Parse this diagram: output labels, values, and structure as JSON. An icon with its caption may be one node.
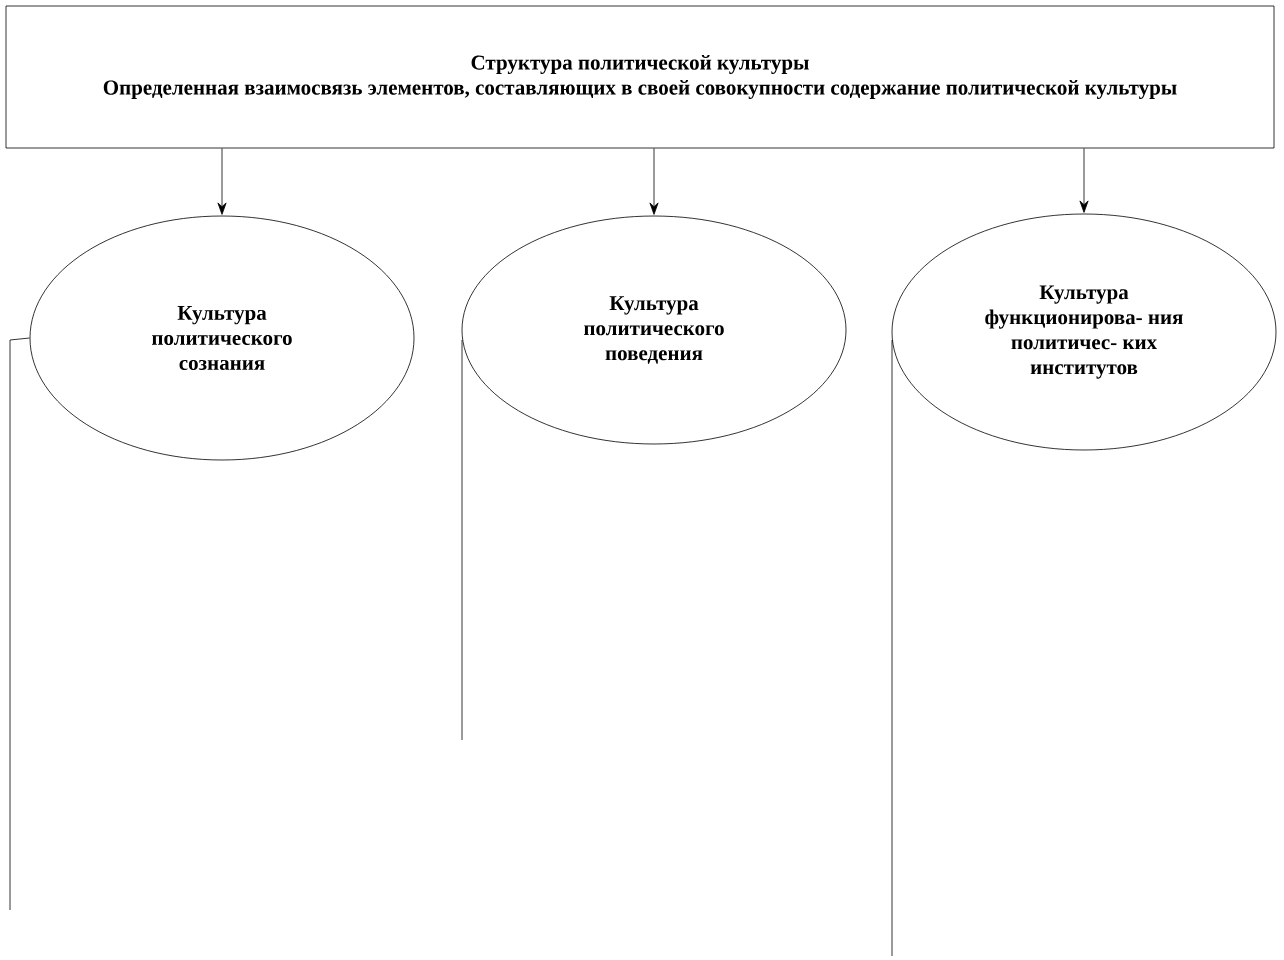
{
  "diagram": {
    "nodes": [
      {
        "text": [
          "Структура политической культуры",
          "Определенная взаимосвязь элементов, составляющих в своей совокупности содержание политической культуры"
        ]
      },
      {
        "text": [
          "Культура политического сознания"
        ]
      },
      {
        "text": [
          "Культура политического поведения"
        ]
      },
      {
        "text": [
          "Культура функционирова- ния политичес- ких институтов"
        ]
      }
    ],
    "edges": [
      {
        "from": 0,
        "to": 1,
        "arrow": "to"
      },
      {
        "from": 0,
        "to": 2,
        "arrow": "to"
      },
      {
        "from": 0,
        "to": 3,
        "arrow": "to"
      },
      {
        "from": 1,
        "to": null,
        "arrow": "none"
      },
      {
        "from": 2,
        "to": null,
        "arrow": "none"
      },
      {
        "from": 3,
        "to": null,
        "arrow": "none"
      }
    ]
  }
}
